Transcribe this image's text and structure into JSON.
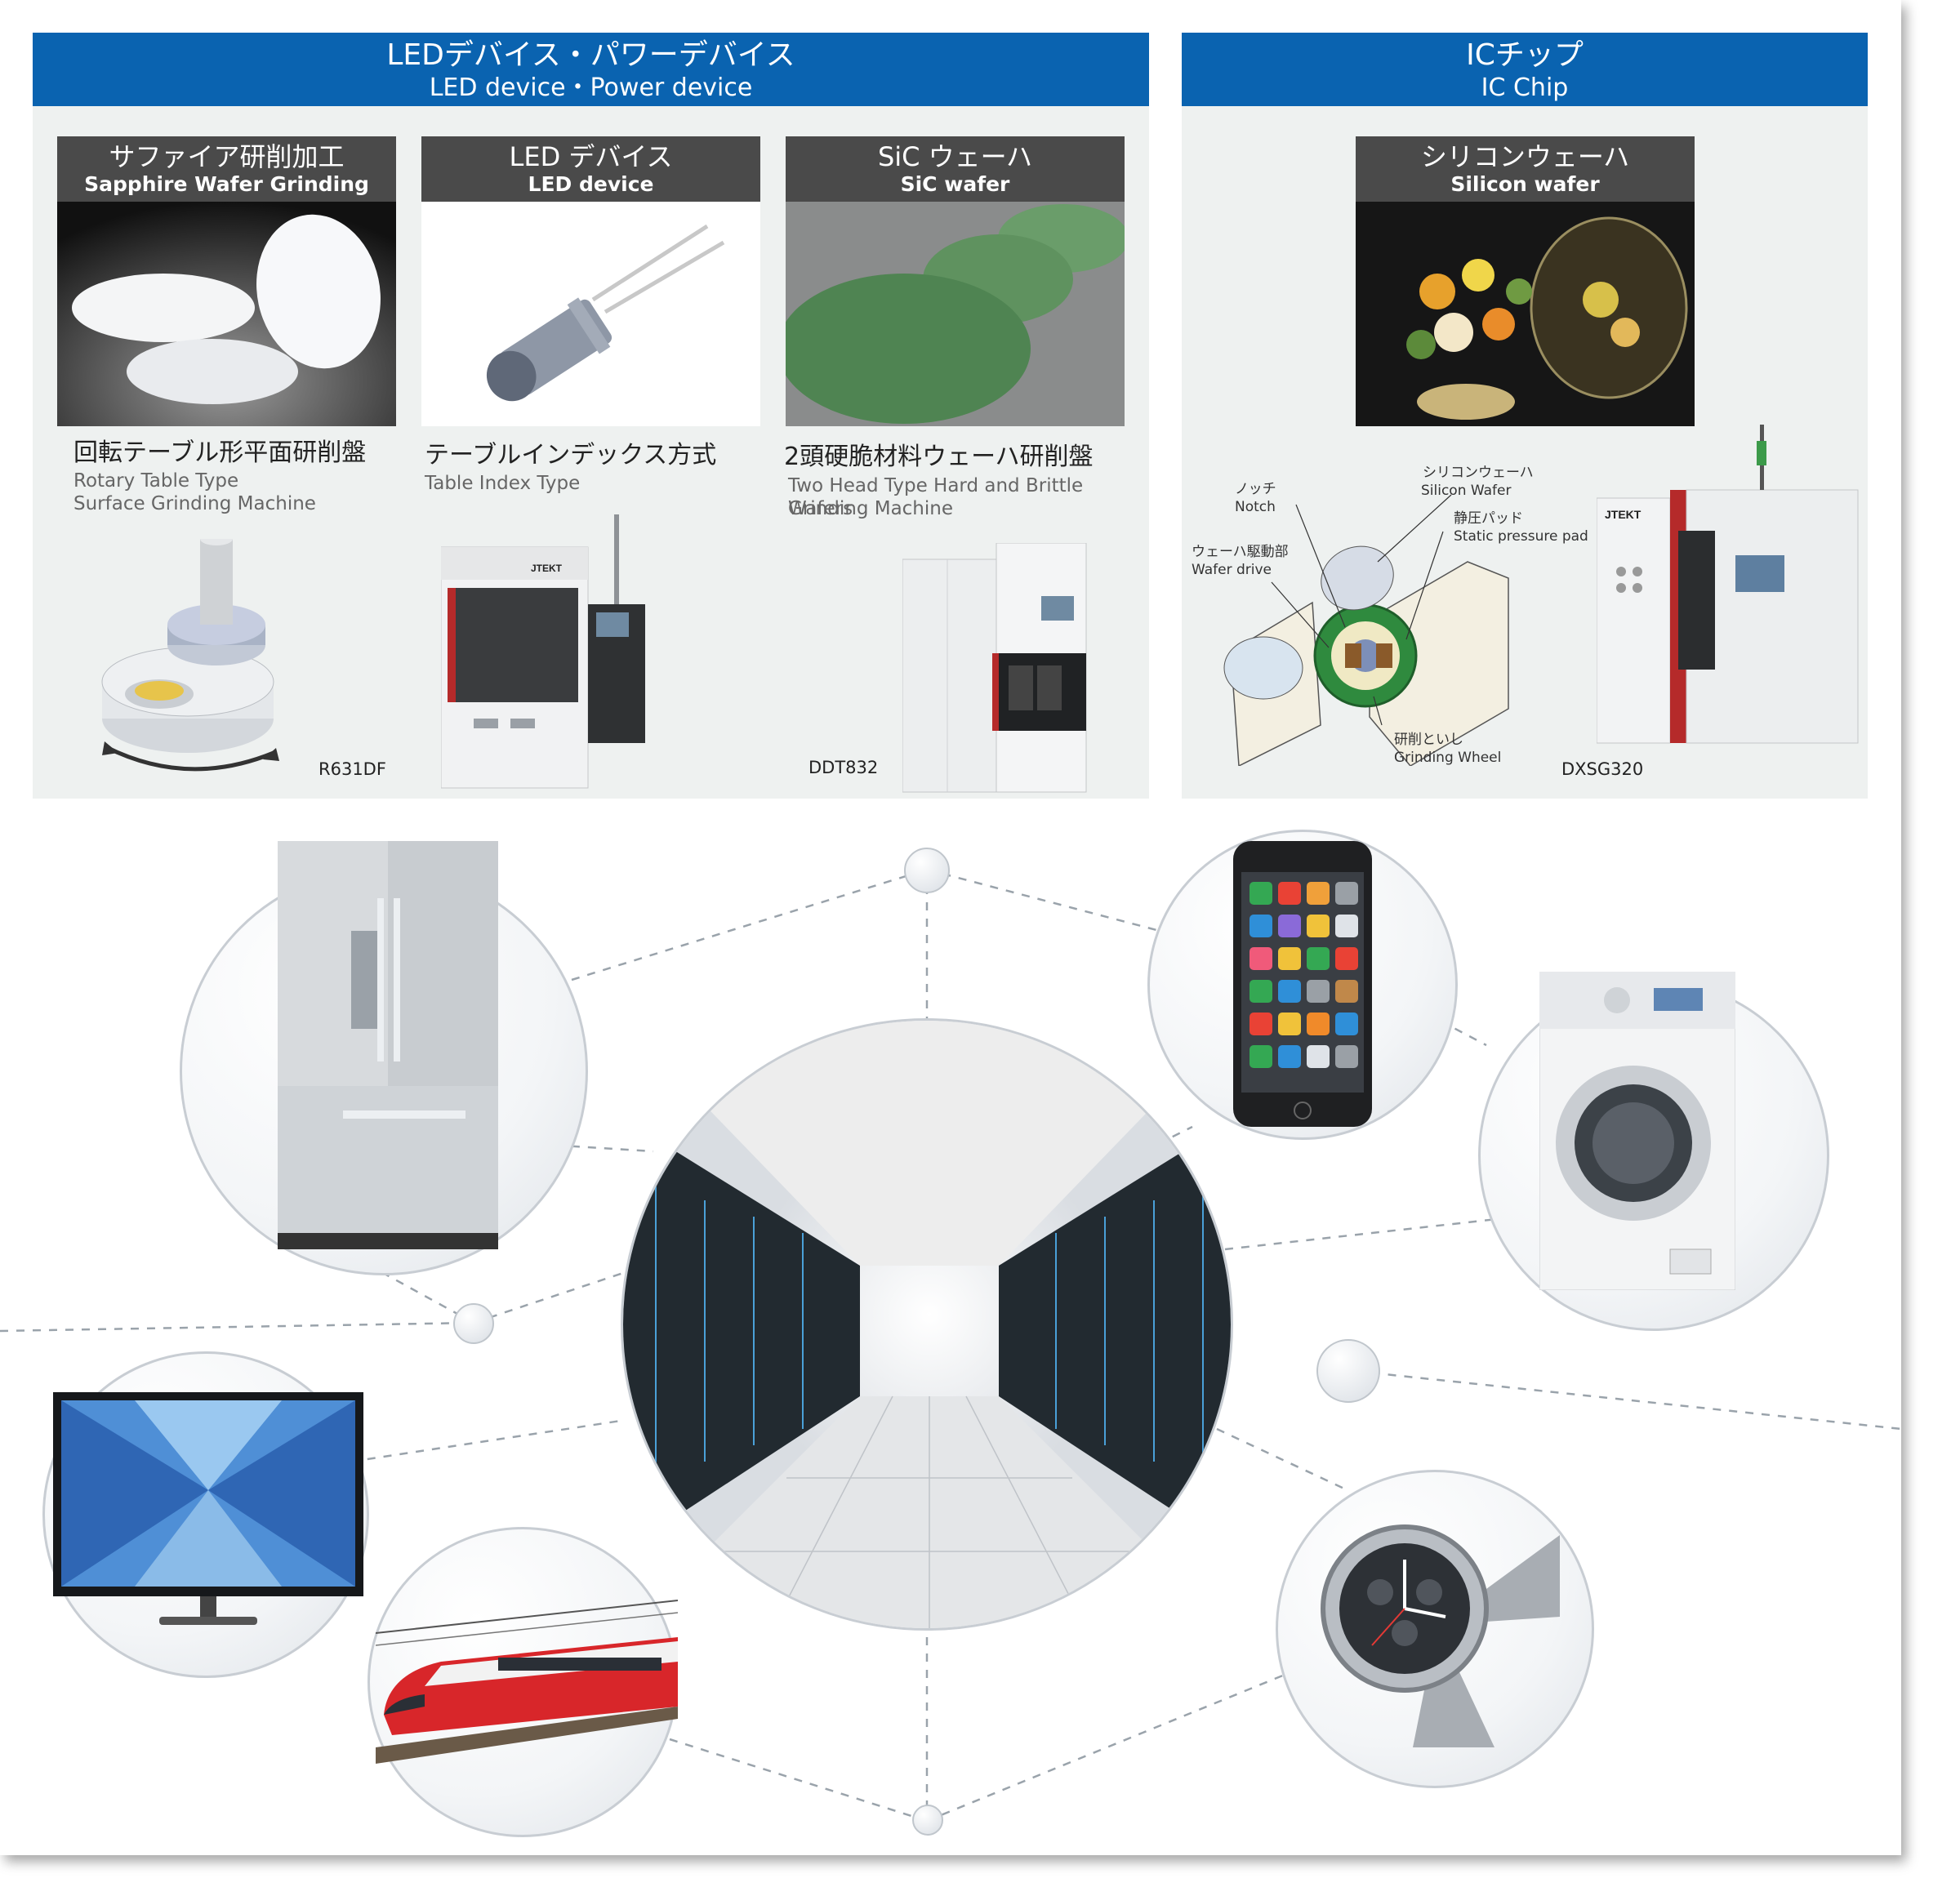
{
  "led_section": {
    "title_jp": "LEDデバイス・パワーデバイス",
    "title_en": "LED device・Power device",
    "cards": [
      {
        "jp": "サファイア研削加工",
        "en": "Sapphire Wafer Grinding"
      },
      {
        "jp": "LED デバイス",
        "en": "LED device"
      },
      {
        "jp": "SiC ウェーハ",
        "en": "SiC wafer"
      }
    ],
    "machines": [
      {
        "title": "回転テーブル形平面研削盤",
        "sub1": "Rotary Table Type",
        "sub2": "Surface Grinding Machine",
        "model": "R631DF"
      },
      {
        "title": "テーブルインデックス方式",
        "sub1": "Table Index Type",
        "sub2": "",
        "model": ""
      },
      {
        "title": "2頭硬脆材料ウェーハ研削盤",
        "sub1": "Two Head Type Hard and Brittle Wafers",
        "sub2": "Grinding Machine",
        "model": "DDT832"
      }
    ]
  },
  "ic_section": {
    "title_jp": "ICチップ",
    "title_en": "IC Chip",
    "card": {
      "jp": "シリコンウェーハ",
      "en": "Silicon wafer"
    },
    "diagram": {
      "notch_jp": "ノッチ",
      "notch_en": "Notch",
      "wafer_jp": "シリコンウェーハ",
      "wafer_en": "Silicon Wafer",
      "pad_jp": "静圧パッド",
      "pad_en": "Static pressure pad",
      "drive_jp": "ウェーハ駆動部",
      "drive_en": "Wafer drive",
      "wheel_jp": "研削といし",
      "wheel_en": "Grinding Wheel"
    },
    "model": "DXSG320"
  },
  "brand": "JTEKT",
  "applications": [
    "refrigerator",
    "smartphone",
    "washing-machine",
    "data-center",
    "television",
    "train",
    "wristwatch"
  ],
  "colors": {
    "banner": "#0a63b0",
    "caption": "#4a4a4a",
    "panel": "#eef1f0"
  }
}
